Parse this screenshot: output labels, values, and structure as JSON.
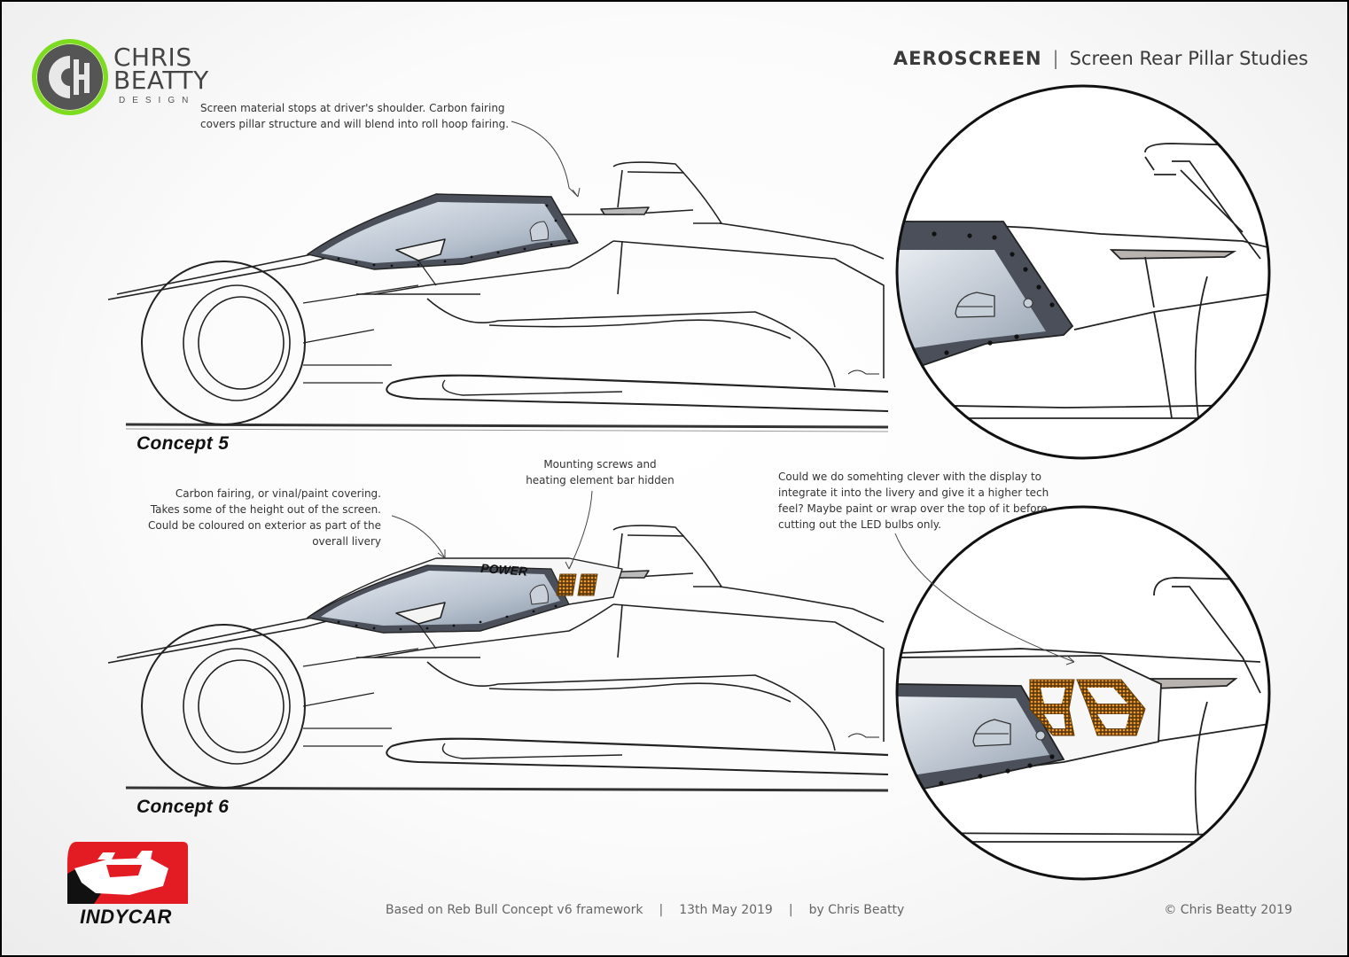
{
  "brand": {
    "name_line1": "CHRIS",
    "name_line2": "BEATTY",
    "sub": "DESIGN"
  },
  "header": {
    "title_bold": "AEROSCREEN",
    "separator": "|",
    "subtitle": "Screen Rear Pillar Studies"
  },
  "notes": {
    "concept5_line1": "Screen material stops at driver's shoulder. Carbon fairing",
    "concept5_line2": "covers pillar structure and will blend into roll hoop fairing.",
    "carbon_line1": "Carbon fairing, or vinal/paint covering.",
    "carbon_line2": "Takes some of the height out of the screen.",
    "carbon_line3": "Could be coloured on exterior as part of the",
    "carbon_line4": "overall livery",
    "mount_line1": "Mounting screws and",
    "mount_line2": "heating element bar hidden",
    "display_line1": "Could we do somehting clever with the display to",
    "display_line2": "integrate it into the livery and give it a higher tech",
    "display_line3": "feel? Maybe paint or wrap over the top of it before",
    "display_line4": "cutting out the LED bulbs only."
  },
  "concepts": {
    "concept5": "Concept 5",
    "concept6": "Concept 6"
  },
  "livery": {
    "power_label": "POWER",
    "display_digits": "88"
  },
  "footer": {
    "framework": "Based on Reb Bull Concept v6 framework",
    "date": "13th May 2019",
    "author": "by Chris Beatty",
    "separator": "|",
    "copyright": "© Chris Beatty 2019"
  },
  "indycar": {
    "wordmark": "INDYCAR",
    "brand_color": "#e31b23"
  },
  "colors": {
    "logo_ring": "#7ddc1f",
    "screen_frame": "#4a4f5a",
    "led_display": "#f08a00"
  }
}
